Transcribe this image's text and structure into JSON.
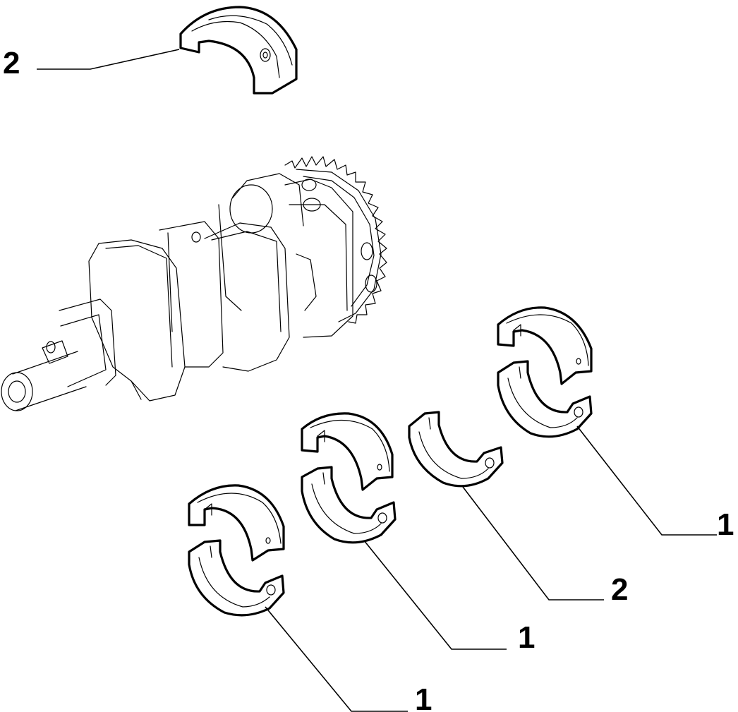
{
  "diagram": {
    "colors": {
      "line": "#000000",
      "background": "#ffffff"
    },
    "parts": [
      {
        "id": "crankshaft",
        "kind": "crankshaft-with-gear"
      },
      {
        "id": "shell-top",
        "kind": "thrust-bearing-half"
      },
      {
        "id": "pair-a",
        "kind": "main-bearing-pair"
      },
      {
        "id": "pair-b",
        "kind": "main-bearing-pair"
      },
      {
        "id": "shell-c",
        "kind": "thrust-bearing-half"
      },
      {
        "id": "pair-d",
        "kind": "main-bearing-pair"
      }
    ],
    "callouts": [
      {
        "part": "shell-top",
        "label": "2"
      },
      {
        "part": "pair-d",
        "label": "1"
      },
      {
        "part": "shell-c",
        "label": "2"
      },
      {
        "part": "pair-b",
        "label": "1"
      },
      {
        "part": "pair-a",
        "label": "1"
      }
    ]
  }
}
